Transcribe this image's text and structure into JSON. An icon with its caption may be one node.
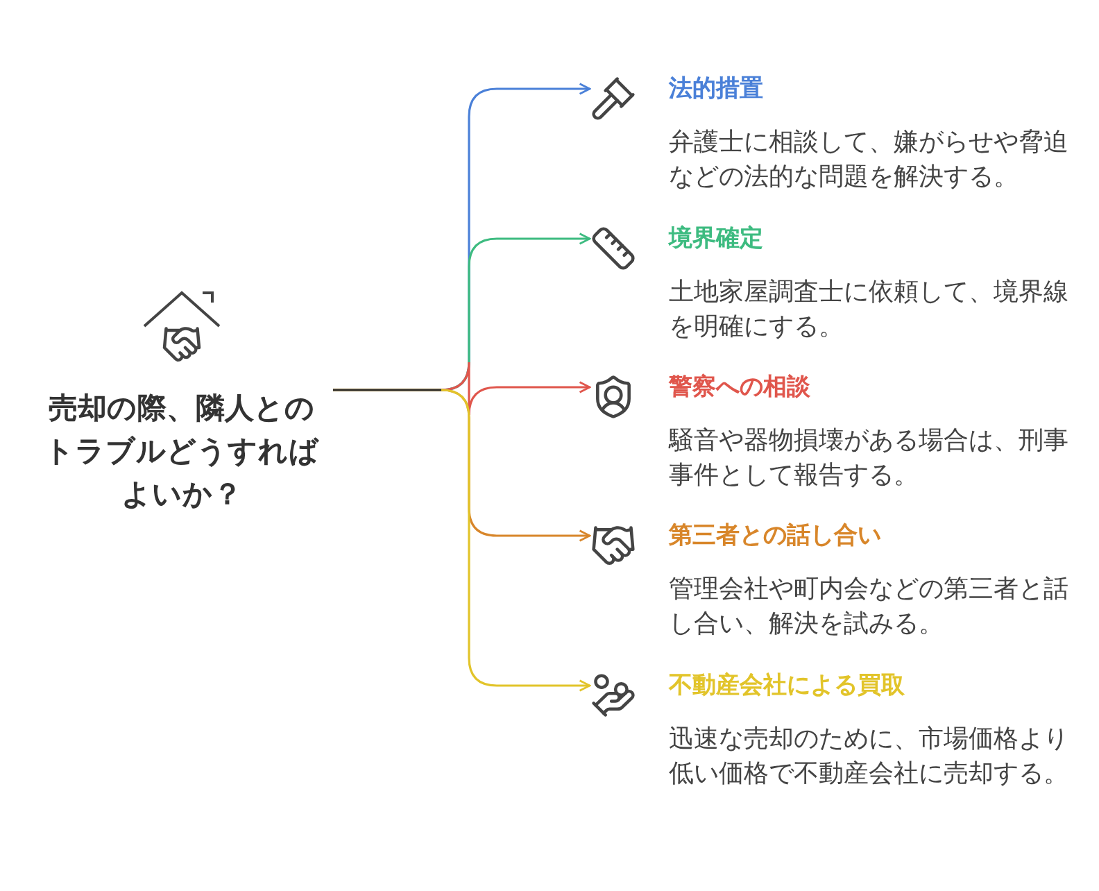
{
  "diagram": {
    "nodes": [
      {
        "text": [
          "売却の際、隣人とのトラブルどうすればよいか？"
        ]
      },
      {
        "text": [
          "法的措置",
          "弁護士に相談して、嫌がらせや脅迫などの法的な問題を解決する。"
        ]
      },
      {
        "text": [
          "境界確定",
          "土地家屋調査士に依頼して、境界線を明確にする。"
        ]
      },
      {
        "text": [
          "警察への相談",
          "騒音や器物損壊がある場合は、刑事事件として報告する。"
        ]
      },
      {
        "text": [
          "第三者との話し合い",
          "管理会社や町内会などの第三者と話し合い、解決を試みる。"
        ]
      },
      {
        "text": [
          "不動産会社による買取",
          "迅速な売却のために、市場価格より低い価格で不動産会社に売却する。"
        ]
      }
    ],
    "edges": [
      {
        "from": 0,
        "to": 1,
        "arrow": "to",
        "color": "#4a80d8"
      },
      {
        "from": 0,
        "to": 2,
        "arrow": "to",
        "color": "#3dbb80"
      },
      {
        "from": 0,
        "to": 3,
        "arrow": "to",
        "color": "#e0564c"
      },
      {
        "from": 0,
        "to": 4,
        "arrow": "to",
        "color": "#d8862a"
      },
      {
        "from": 0,
        "to": 5,
        "arrow": "to",
        "color": "#e2c42a"
      }
    ]
  }
}
